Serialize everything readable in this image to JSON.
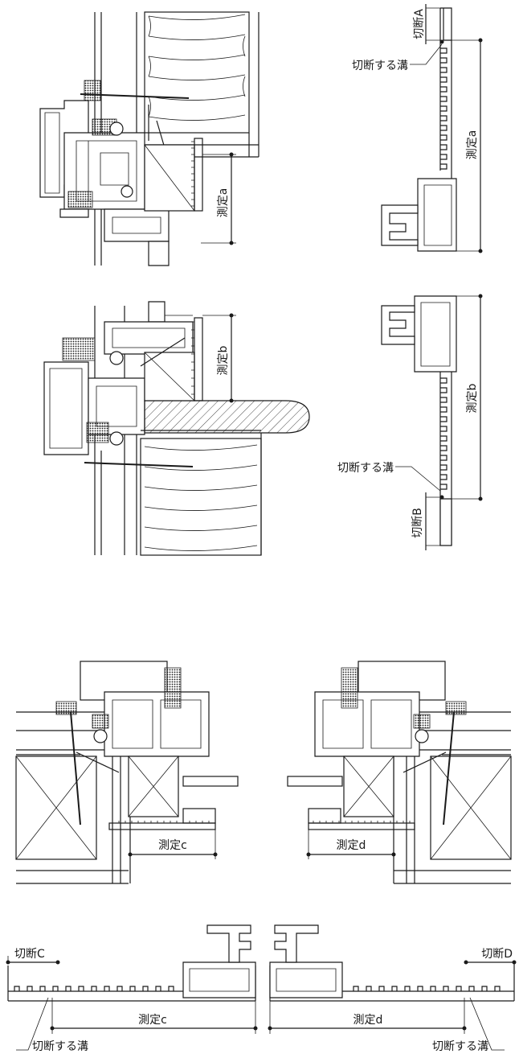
{
  "labels": {
    "cut_groove": "切断する溝",
    "cut_A": "切断A",
    "cut_B": "切断B",
    "cut_C": "切断C",
    "cut_D": "切断D",
    "measure_a": "測定a",
    "measure_b": "測定b",
    "measure_c": "測定c",
    "measure_d": "測定d"
  }
}
